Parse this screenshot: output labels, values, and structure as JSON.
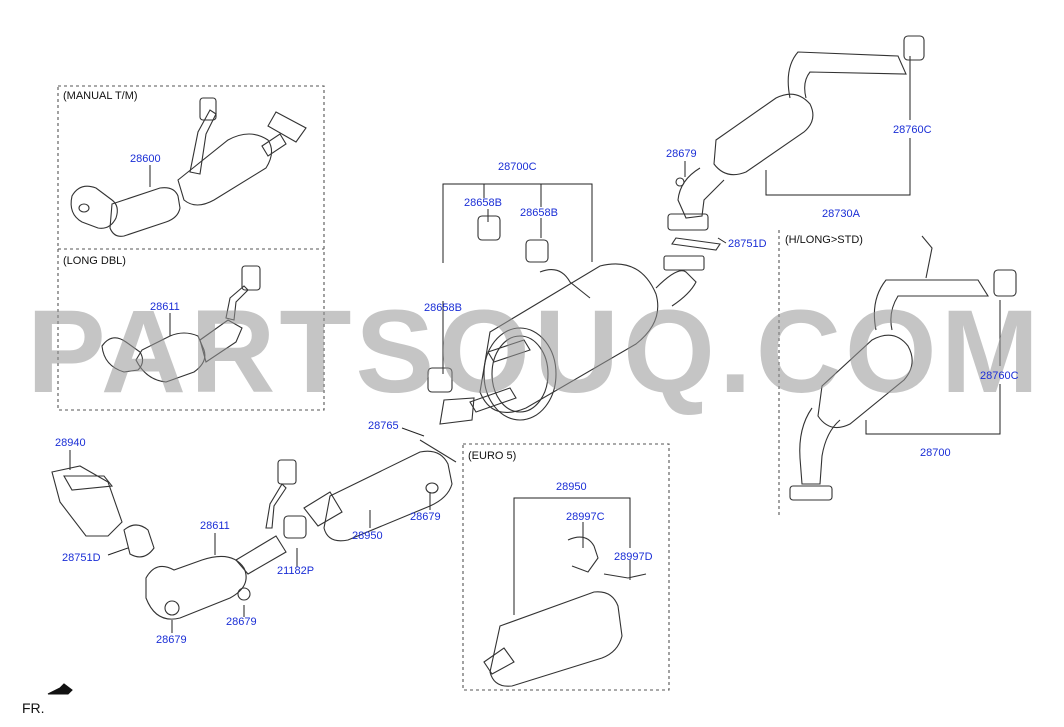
{
  "watermark": "PARTSOUQ.COM",
  "orientation_label": "FR.",
  "colors": {
    "part_label": "#1a2ed6",
    "line": "#333333",
    "watermark": "#969696"
  },
  "captions": {
    "manual": "(MANUAL T/M)",
    "long_dbl": "(LONG DBL)",
    "euro5": "(EURO 5)",
    "hlong": "(H/LONG>STD)"
  },
  "labels": {
    "p28600": "28600",
    "p28611_top": "28611",
    "p28700C": "28700C",
    "p28658B_a": "28658B",
    "p28658B_b": "28658B",
    "p28658B_c": "28658B",
    "p28679_top": "28679",
    "p28760C_top": "28760C",
    "p28730A": "28730A",
    "p28751D_mid": "28751D",
    "p28760C_bot": "28760C",
    "p28700": "28700",
    "p28765": "28765",
    "p28940": "28940",
    "p28611_bot": "28611",
    "p28751D_left": "28751D",
    "p21182P": "21182P",
    "p28679_a": "28679",
    "p28679_b": "28679",
    "p28679_c": "28679",
    "p28950_a": "28950",
    "p28950_b": "28950",
    "p28997C": "28997C",
    "p28997D": "28997D"
  }
}
